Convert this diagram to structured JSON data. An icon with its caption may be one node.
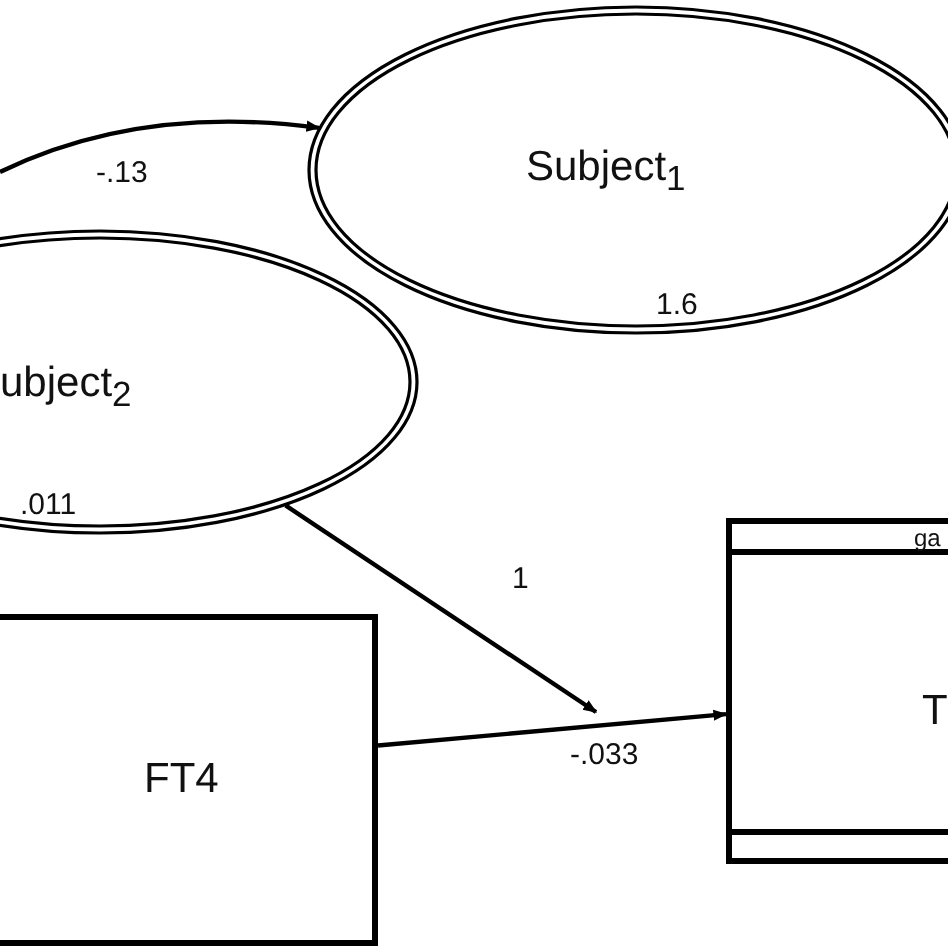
{
  "diagram": {
    "nodes": [
      {
        "text": [
          "Subject$_{1}$",
          "1.6"
        ]
      },
      {
        "text": [
          "ubject$_{2}$",
          ".011"
        ]
      },
      {
        "text": [
          "FT4"
        ]
      },
      {
        "text": [
          "ga",
          "T"
        ]
      }
    ],
    "edges": [
      {
        "from": null,
        "to": 0,
        "arrow": "to",
        "label": "-.13"
      },
      {
        "from": 1,
        "to": null,
        "arrow": "to",
        "label": "1"
      },
      {
        "from": 2,
        "to": 3,
        "arrow": "to",
        "label": "-.033"
      }
    ]
  }
}
